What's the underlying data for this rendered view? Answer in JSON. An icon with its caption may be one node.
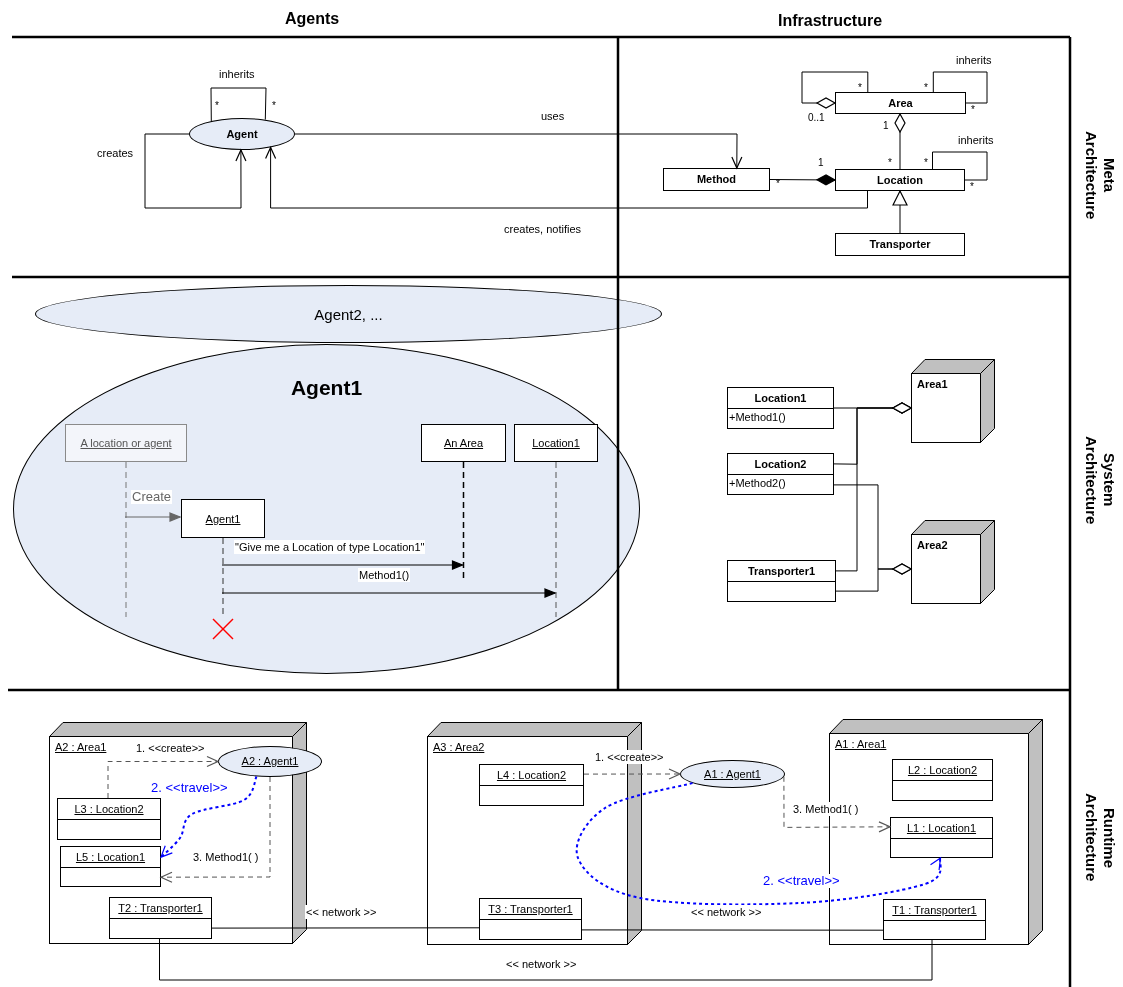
{
  "diagram": {
    "nodes": [
      {
        "text": [
          "Agent"
        ]
      },
      {
        "text": [
          "Area"
        ]
      },
      {
        "text": [
          "Method"
        ]
      },
      {
        "text": [
          "Location"
        ]
      },
      {
        "text": [
          "Transporter"
        ]
      },
      {
        "text": [
          "Agent2, ..."
        ]
      },
      {
        "text": [
          "Agent1"
        ]
      },
      {
        "text": [
          "A location or agent"
        ],
        "in": 6
      },
      {
        "text": [
          "An Area"
        ],
        "in": 6
      },
      {
        "text": [
          "Location1"
        ],
        "in": 6
      },
      {
        "text": [
          "Agent1"
        ],
        "in": 6
      },
      {
        "text": [
          "Location1",
          "+Method1()"
        ]
      },
      {
        "text": [
          "Location2",
          "+Method2()"
        ]
      },
      {
        "text": [
          "Transporter1"
        ]
      },
      {
        "text": [
          "Area1"
        ]
      },
      {
        "text": [
          "Area2"
        ]
      },
      {
        "text": [
          "A2 : Area1"
        ]
      },
      {
        "text": [
          "A2 : Agent1"
        ]
      },
      {
        "text": [
          "L3 : Location2"
        ],
        "in": 16
      },
      {
        "text": [
          "L5 : Location1"
        ],
        "in": 16
      },
      {
        "text": [
          "T2 : Transporter1"
        ],
        "in": 16
      },
      {
        "text": [
          "A3 : Area2"
        ]
      },
      {
        "text": [
          "L4 : Location2"
        ],
        "in": 21
      },
      {
        "text": [
          "T3 : Transporter1"
        ],
        "in": 21
      },
      {
        "text": [
          "A1 : Agent1"
        ]
      },
      {
        "text": [
          "A1 : Area1"
        ]
      },
      {
        "text": [
          "L2 : Location2"
        ],
        "in": 25
      },
      {
        "text": [
          "L1 : Location1"
        ],
        "in": 25
      },
      {
        "text": [
          "T1 : Transporter1"
        ],
        "in": 25
      }
    ],
    "edges": [
      {
        "from": 0,
        "to": 0,
        "arrow": "none",
        "label": "inherits"
      },
      {
        "from": 0,
        "to": 0,
        "arrow": "to",
        "label": "creates"
      },
      {
        "from": 0,
        "to": 2,
        "arrow": "to",
        "label": "uses"
      },
      {
        "from": 3,
        "to": 0,
        "arrow": "to",
        "label": "creates, notifies"
      },
      {
        "from": 1,
        "to": 1,
        "arrow": "other"
      },
      {
        "from": 1,
        "to": 1,
        "arrow": "none",
        "label": "inherits"
      },
      {
        "from": 3,
        "to": 1,
        "arrow": "other"
      },
      {
        "from": 2,
        "to": 3,
        "arrow": "other"
      },
      {
        "from": 3,
        "to": 3,
        "arrow": "none",
        "label": "inherits"
      },
      {
        "from": 4,
        "to": 3,
        "arrow": "to"
      },
      {
        "from": 7,
        "to": 10,
        "arrow": "to",
        "label": "Create",
        "color": "#666666"
      },
      {
        "from": 10,
        "to": 8,
        "arrow": "to",
        "label": "\"Give me a Location of type Location1\""
      },
      {
        "from": 10,
        "to": 9,
        "arrow": "to",
        "label": "Method1()"
      },
      {
        "from": 11,
        "to": 14,
        "arrow": "other"
      },
      {
        "from": 12,
        "to": 14,
        "arrow": "other"
      },
      {
        "from": 13,
        "to": 14,
        "arrow": "other"
      },
      {
        "from": 12,
        "to": 15,
        "arrow": "other"
      },
      {
        "from": 13,
        "to": 15,
        "arrow": "other"
      },
      {
        "from": 18,
        "to": 17,
        "arrow": "to",
        "label": "1. <<create>>",
        "style": "dashed"
      },
      {
        "from": 17,
        "to": 19,
        "arrow": "to",
        "label": "2. <<travel>>",
        "style": "dashed",
        "color": "#0000ff"
      },
      {
        "from": 17,
        "to": 19,
        "arrow": "to",
        "label": "3. Method1( )",
        "style": "dashed"
      },
      {
        "from": 20,
        "to": 23,
        "arrow": "none",
        "label": "<< network >>"
      },
      {
        "from": 23,
        "to": 28,
        "arrow": "none",
        "label": "<< network >>"
      },
      {
        "from": 20,
        "to": 28,
        "arrow": "none",
        "label": "<< network >>"
      },
      {
        "from": 22,
        "to": 24,
        "arrow": "to",
        "label": "1. <<create>>",
        "style": "dashed"
      },
      {
        "from": 24,
        "to": 27,
        "arrow": "to",
        "label": "2. <<travel>>",
        "style": "dashed",
        "color": "#0000ff"
      },
      {
        "from": 24,
        "to": 27,
        "arrow": "to",
        "label": "3. Method1( )",
        "style": "dashed"
      }
    ],
    "labels": [
      "Agents",
      "Infrastructure",
      "*",
      "*",
      "*",
      "*",
      "*",
      "0..1",
      "1",
      "Meta Architecture",
      "1",
      "*",
      "*",
      "*",
      "*",
      "System Architecture",
      "Runtime Architecture"
    ]
  }
}
